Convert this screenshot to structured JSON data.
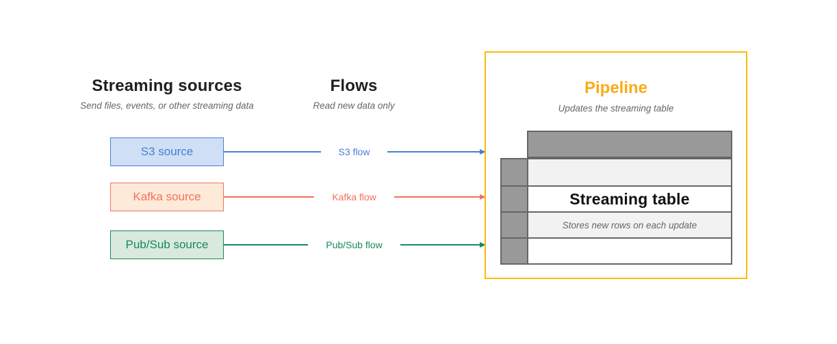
{
  "sources": {
    "title": "Streaming sources",
    "subtitle": "Send files, events, or other streaming data"
  },
  "flows": {
    "title": "Flows",
    "subtitle": "Read new data only"
  },
  "pipeline": {
    "title": "Pipeline",
    "subtitle": "Updates the streaming table",
    "table": {
      "title": "Streaming table",
      "subtitle": "Stores new rows on each update"
    }
  },
  "rows": [
    {
      "source_label": "S3 source",
      "flow_label": "S3 flow",
      "accent": "#4a7dd3",
      "fill": "#cfdff5"
    },
    {
      "source_label": "Kafka source",
      "flow_label": "Kafka flow",
      "accent": "#f4705d",
      "fill": "#fdead9"
    },
    {
      "source_label": "Pub/Sub source",
      "flow_label": "Pub/Sub flow",
      "accent": "#178a56",
      "fill": "#d9e9dd"
    }
  ],
  "colors": {
    "pipeline_border": "#fbbc04",
    "pipeline_title": "#fbab17",
    "table_header_fill": "#999999",
    "table_cell_border": "#666666",
    "table_alt_row_fill": "#f2f2f2",
    "heading_text": "#1f1f1f",
    "subtitle_text": "#666666"
  }
}
